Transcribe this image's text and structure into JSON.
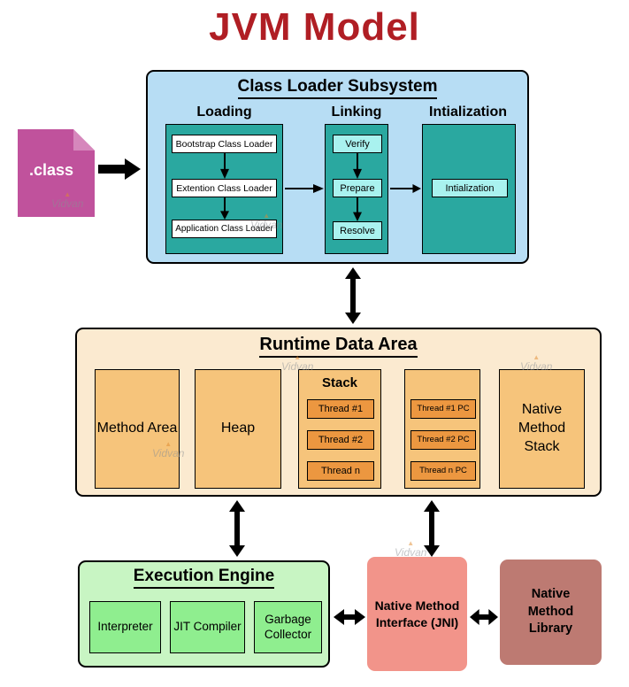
{
  "title": "JVM Model",
  "watermark": {
    "brand": "Vidvan"
  },
  "class_file": {
    "label": ".class"
  },
  "class_loader": {
    "title": "Class Loader Subsystem",
    "columns": [
      {
        "label": "Loading",
        "items": [
          "Bootstrap Class Loader",
          "Extention Class Loader",
          "Application Class Loader"
        ]
      },
      {
        "label": "Linking",
        "items": [
          "Verify",
          "Prepare",
          "Resolve"
        ]
      },
      {
        "label": "Intialization",
        "items": [
          "Intialization"
        ]
      }
    ]
  },
  "runtime": {
    "title": "Runtime Data Area",
    "method_area_label": "Method Area",
    "heap_label": "Heap",
    "stack": {
      "title": "Stack",
      "items": [
        "Thread #1",
        "Thread #2",
        "Thread n"
      ]
    },
    "pc_registers": {
      "items": [
        "Thread #1 PC",
        "Thread #2 PC",
        "Thread n PC"
      ]
    },
    "native_method_stack_label": "Native Method Stack"
  },
  "execution_engine": {
    "title": "Execution Engine",
    "items": [
      "Interpreter",
      "JIT Compiler",
      "Garbage Collector"
    ]
  },
  "native_method_interface": {
    "label": "Native Method Interface (JNI)"
  },
  "native_method_library": {
    "label": "Native Method Library"
  },
  "colors": {
    "title_red": "#B01E24",
    "classloader_blue": "#B7DDF4",
    "teal": "#2AA8A0",
    "pale_cyan": "#A9F2EF",
    "class_file_magenta": "#C0529C",
    "runtime_cream": "#FBEAD0",
    "runtime_orange": "#F6C47B",
    "thread_orange": "#EC9740",
    "engine_light_green": "#C8F5C3",
    "engine_green": "#8FEE8F",
    "jni_salmon": "#F2948A",
    "library_rosybrown": "#BD7A72"
  }
}
